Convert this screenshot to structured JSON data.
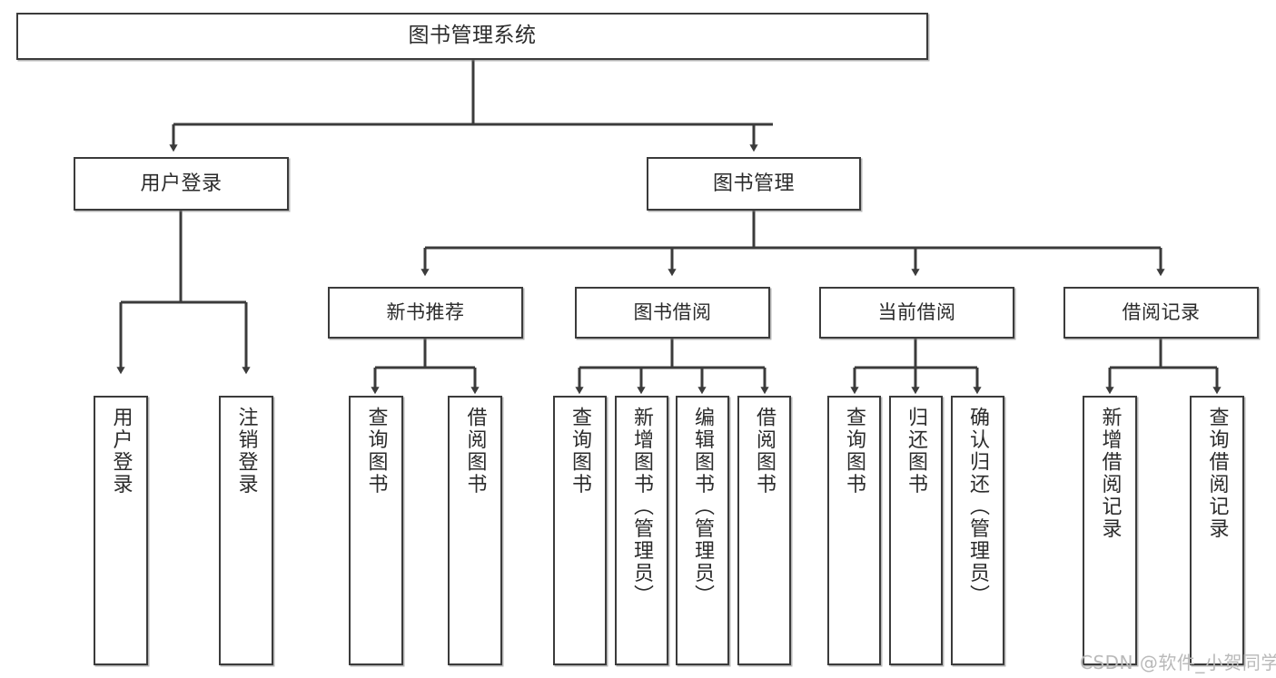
{
  "diagram": {
    "type": "tree-hierarchy-functional-decomposition",
    "title": "图书管理系统",
    "watermark": "CSDN @软件_小贺同学",
    "colors": {
      "stroke": "#3b3b3b",
      "fill": "#ffffff",
      "text": "#2b2b2b",
      "watermark": "#b9b9b9"
    },
    "nodes": {
      "root": {
        "label": "图书管理系统"
      },
      "level2": [
        {
          "label": "用户登录"
        },
        {
          "label": "图书管理"
        }
      ],
      "level3": [
        {
          "label": "新书推荐"
        },
        {
          "label": "图书借阅"
        },
        {
          "label": "当前借阅"
        },
        {
          "label": "借阅记录"
        }
      ],
      "leaves_user_login": [
        {
          "label": "用户登录"
        },
        {
          "label": "注销登录"
        }
      ],
      "leaves_new_book": [
        {
          "label": "查询图书"
        },
        {
          "label": "借阅图书"
        }
      ],
      "leaves_borrow": [
        {
          "label": "查询图书"
        },
        {
          "label": "新增图书（管理员）"
        },
        {
          "label": "编辑图书（管理员）"
        },
        {
          "label": "借阅图书"
        }
      ],
      "leaves_current": [
        {
          "label": "查询图书"
        },
        {
          "label": "归还图书"
        },
        {
          "label": "确认归还（管理员）"
        }
      ],
      "leaves_record": [
        {
          "label": "新增借阅记录"
        },
        {
          "label": "查询借阅记录"
        }
      ]
    }
  }
}
